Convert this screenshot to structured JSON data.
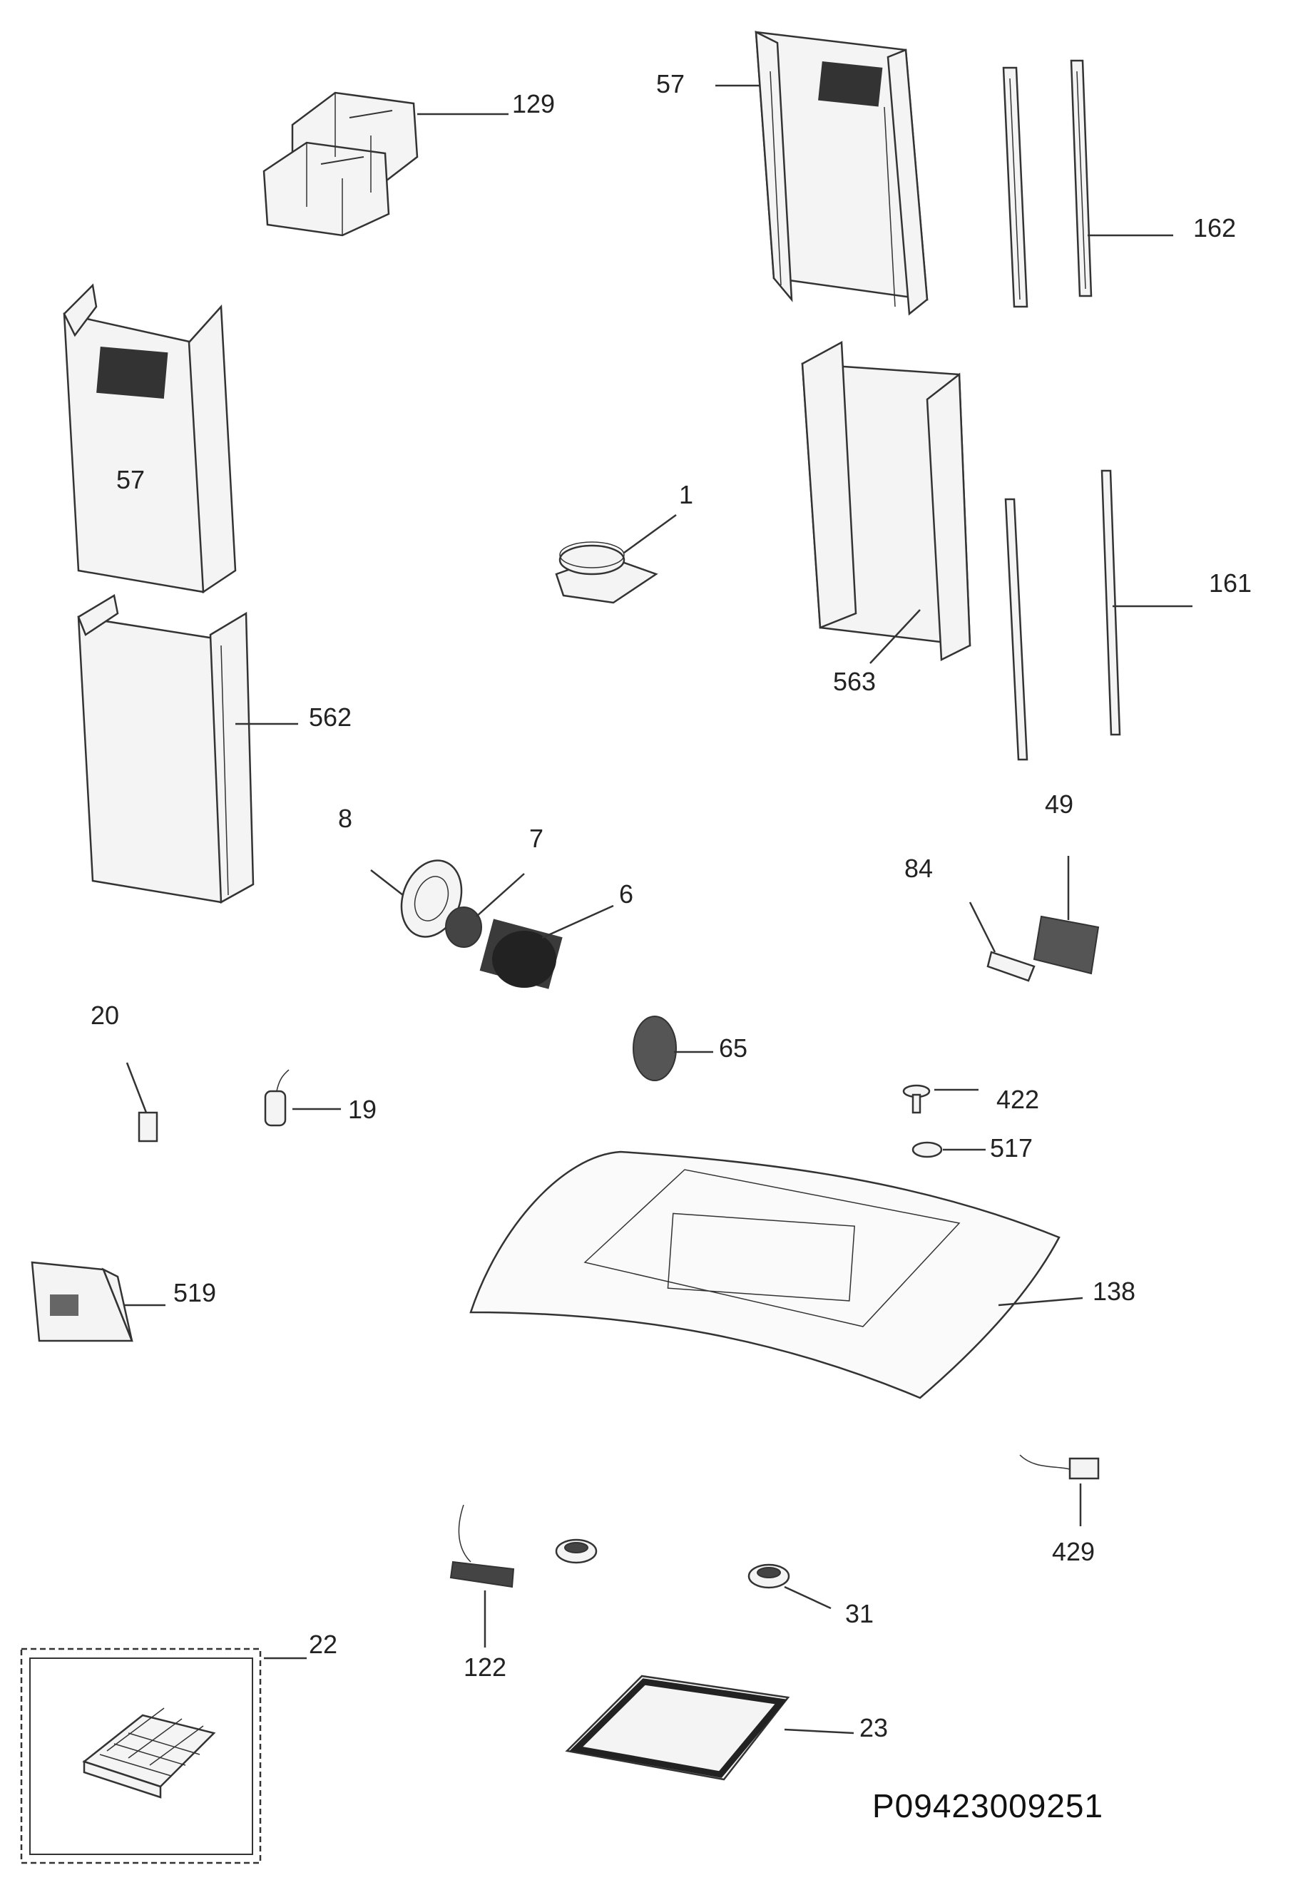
{
  "document_id": "P09423009251",
  "callouts": {
    "c129": "129",
    "c57_top": "57",
    "c57_left": "57",
    "c162": "162",
    "c1": "1",
    "c161": "161",
    "c562": "562",
    "c563": "563",
    "c8": "8",
    "c7": "7",
    "c6": "6",
    "c49": "49",
    "c84": "84",
    "c20": "20",
    "c19": "19",
    "c65": "65",
    "c422": "422",
    "c517": "517",
    "c519": "519",
    "c138": "138",
    "c429": "429",
    "c31": "31",
    "c122": "122",
    "c22": "22",
    "c23": "23"
  }
}
